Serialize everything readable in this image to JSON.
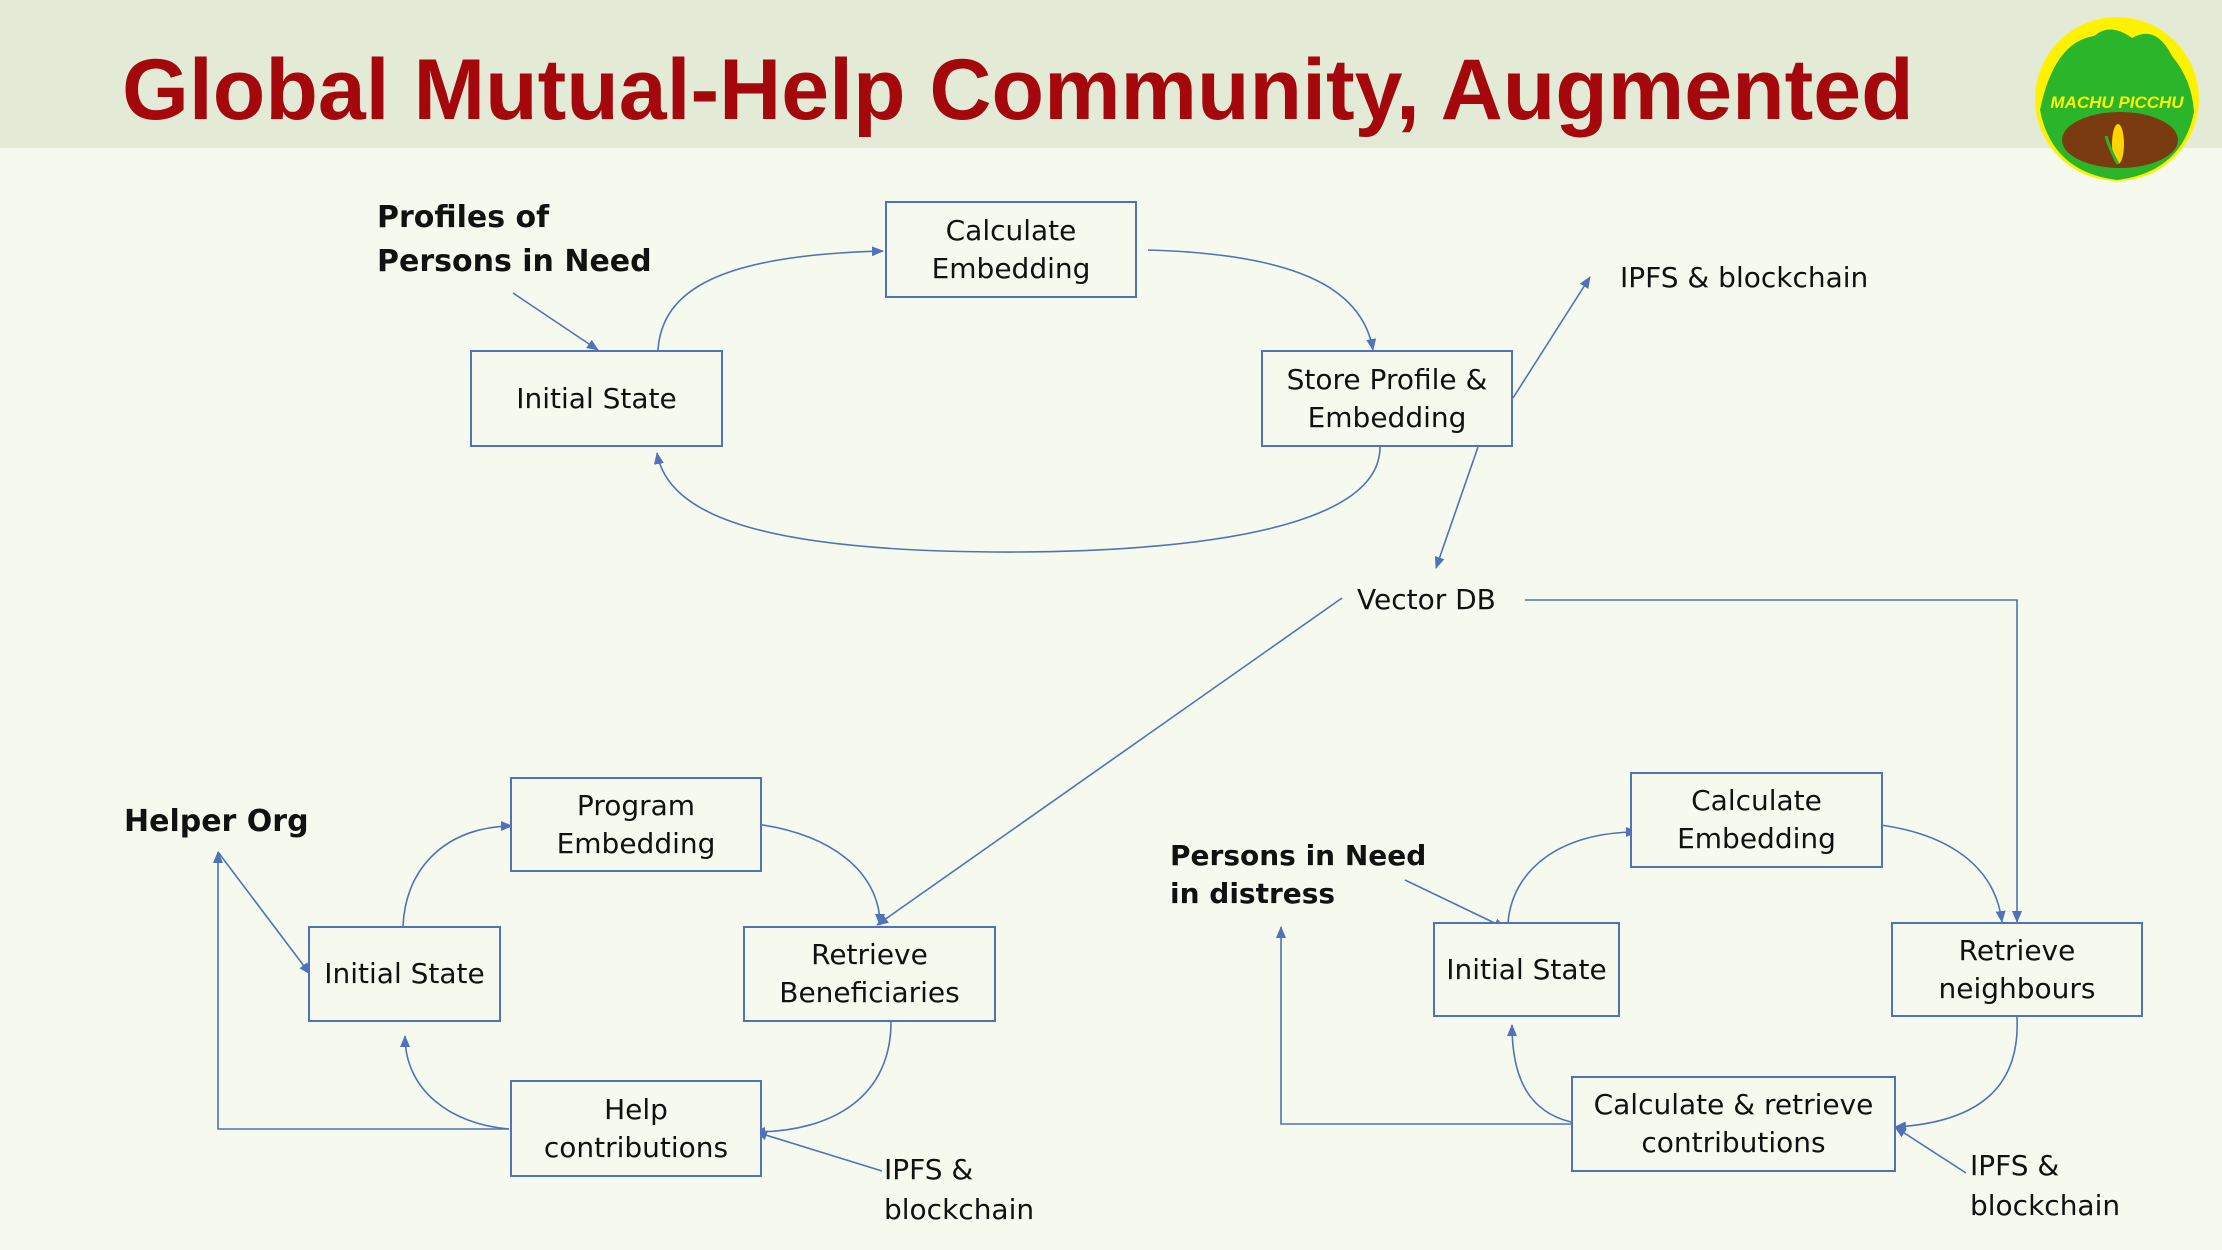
{
  "title": "Global Mutual-Help Community, Augmented",
  "logo": {
    "text": "MACHU PICCHU",
    "colors": {
      "sun": "#fff200",
      "hill": "#2bb52b",
      "soil": "#7a3b10",
      "text": "#fff200"
    }
  },
  "colors": {
    "title": "#a5080c",
    "title_band": "#e3ebd6",
    "background": "#f6faee",
    "connector": "#4f72b8"
  },
  "top_cycle": {
    "source_label": "Profiles of\nPersons in Need",
    "initial_state": "Initial State",
    "calculate": "Calculate\nEmbedding",
    "store": "Store Profile &\nEmbedding",
    "storage_label": "IPFS & blockchain"
  },
  "vector_db": "Vector DB",
  "helper_cycle": {
    "actor_label": "Helper Org",
    "initial_state": "Initial State",
    "program": "Program\nEmbedding",
    "retrieve": "Retrieve\nBeneficiaries",
    "help": "Help\ncontributions",
    "storage_label": "IPFS &\nblockchain"
  },
  "distress_cycle": {
    "actor_label": "Persons in Need\nin distress",
    "initial_state": "Initial State",
    "calculate": "Calculate\nEmbedding",
    "retrieve": "Retrieve\nneighbours",
    "contributions": "Calculate & retrieve\ncontributions",
    "storage_label": "IPFS &\nblockchain"
  }
}
